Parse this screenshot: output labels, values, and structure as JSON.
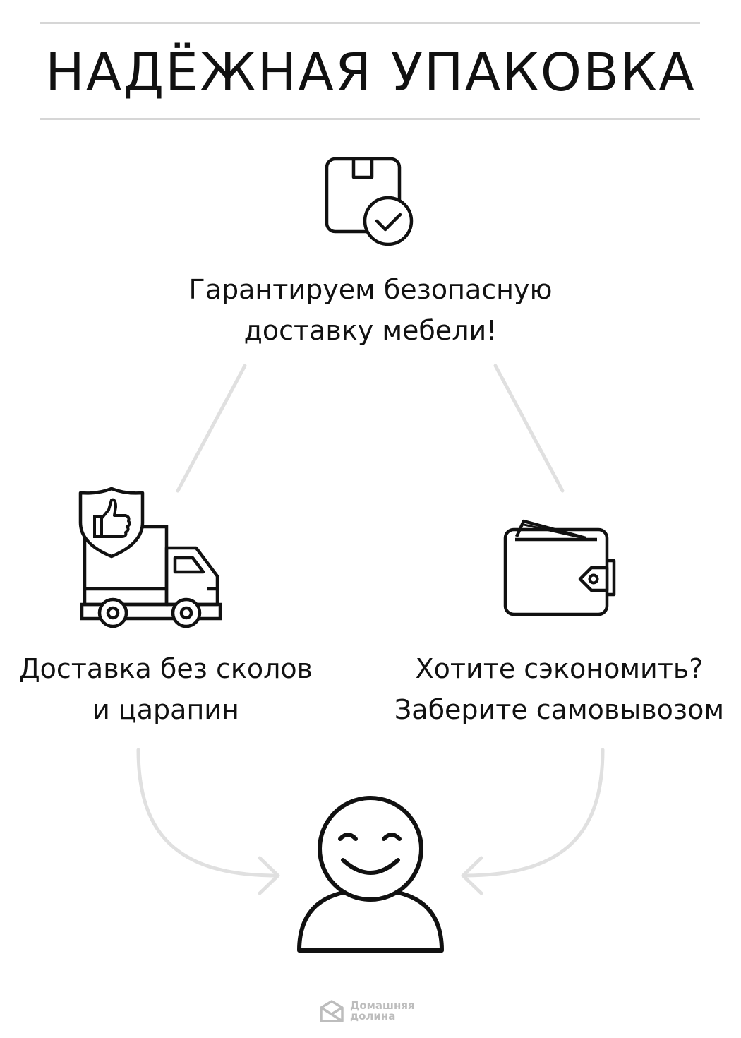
{
  "page": {
    "title": "НАДЁЖНАЯ УПАКОВКА"
  },
  "items": {
    "top": {
      "icon": "package-check-icon",
      "line1": "Гарантируем безопасную",
      "line2": "доставку мебели!"
    },
    "left": {
      "icon": "delivery-truck-shield-icon",
      "line1": "Доставка без сколов",
      "line2": "и царапин"
    },
    "right": {
      "icon": "wallet-icon",
      "line1": "Хотите сэкономить?",
      "line2": "Заберите самовывозом"
    }
  },
  "center_icon": "smiley-person-icon",
  "brand": {
    "logo": "home-box-logo-icon",
    "line1": "Домашняя",
    "line2": "долина"
  },
  "colors": {
    "text": "#111111",
    "icon_stroke": "#111111",
    "connector": "#e0e0e0",
    "rule": "#d6d6d6",
    "brand": "#bdbdbd"
  }
}
